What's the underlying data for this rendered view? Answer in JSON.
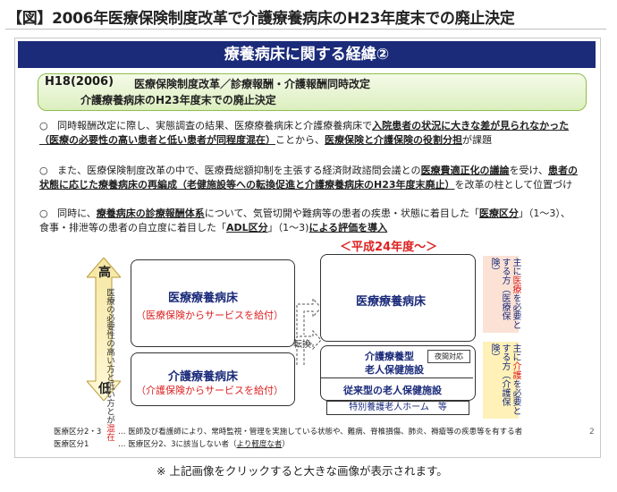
{
  "title": "【図】2006年医療保険制度改革で介護療養病床のH23年度末での廃止決定",
  "banner": "療養病床に関する経緯②",
  "header_box": {
    "year": "H18(2006)",
    "line1": "医療保険制度改革／診療報酬・介護報酬同時改定",
    "line2": "介護療養病床のH23年度末での廃止決定"
  },
  "bullets": [
    {
      "parts": [
        "同時報酬改定に際し、実態調査の結果、医療療養病床と介護療養病床で",
        "入院患者の状況に大きな差が見られなかった（医療の必要性の高い患者と低い患者が同程度混在）",
        "ことから、",
        "医療保険と介護保険の役割分担",
        "が課題"
      ]
    },
    {
      "parts": [
        "また、医療保険制度改革の中で、医療費総額抑制を主張する経済財政諮問会議との",
        "医療費適正化の議論",
        "を受け、",
        "患者の状態に応じた療養病床の再編成（老健施設等への転換促進と介護療養病床のH23年度末廃止）",
        "を改革の柱として位置づけ"
      ]
    },
    {
      "parts": [
        "同時に、",
        "療養病床の診療報酬体系",
        "について、気管切開や難病等の患者の疾患・状態に着目した「",
        "医療区分",
        "」（1～3）、 食事・排泄等の患者の自立度に着目した「",
        "ADL区分",
        "」（1～3)",
        "による評価を導入"
      ]
    }
  ],
  "diagram": {
    "era": "＜平成24年度～＞",
    "high": "高",
    "low": "低",
    "vertical_pre": "医療の必要性の高い方と",
    "vertical_post": "低い方とが",
    "vertical_red": "混在",
    "left_top_title": "医療療養病床",
    "left_top_sub": "（医療保険からサービスを給付）",
    "left_bottom_title": "介護療養病床",
    "left_bottom_sub": "（介護保険からサービスを給付）",
    "convert": "転換",
    "right_top_title": "医療療養病床",
    "right_bottom_title1": "介護療養型",
    "right_bottom_title2": "老人保健施設",
    "night": "夜間対応",
    "right_bottom_title3": "従来型の老人保健施設",
    "tokuyo": "特別養護老人ホーム　等",
    "side1_a": "主に",
    "side1_red": "医療",
    "side1_b": "を必要とする方（医療保険）",
    "side2_a": "主に",
    "side2_red": "介護",
    "side2_b": "を必要とする方（介護保険）"
  },
  "footnotes": [
    {
      "key": "医療区分2・3",
      "text": "… 医師及び看護師により、常時監視・管理を実施している状態や、難病、脊椎損傷、肺炎、褥瘡等の疾患等を有する者"
    },
    {
      "key": "医療区分1",
      "text_pre": "… 医療区分2、3に該当しない者（",
      "text_u": "より軽度な者",
      "text_post": "）"
    }
  ],
  "page_number": "2",
  "caption": "※ 上記画像をクリックすると大きな画像が表示されます。",
  "colors": {
    "banner": "#1b2b7a",
    "accent_red": "#d22222",
    "header_green": "#8dbf4a"
  }
}
